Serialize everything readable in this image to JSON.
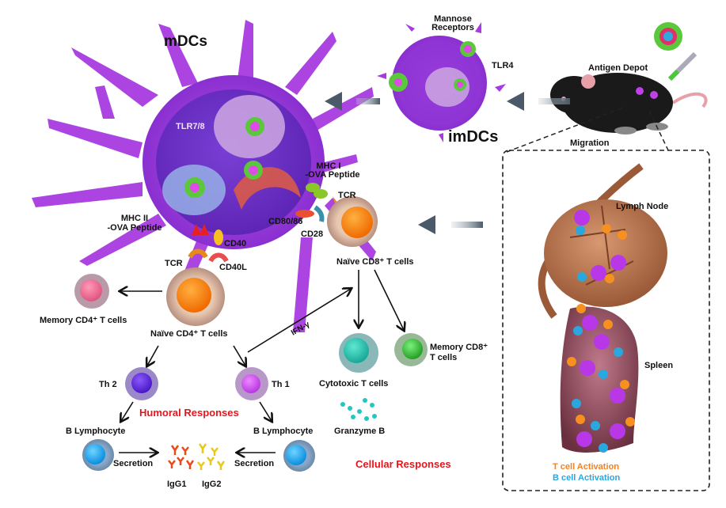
{
  "labels": {
    "mdcs": "mDCs",
    "imdcs": "imDCs",
    "mannose": "Mannose",
    "receptors": "Receptors",
    "tlr4": "TLR4",
    "tlr78": "TLR7/8",
    "antigen_depot": "Antigen Depot",
    "migration": "Migration",
    "mhc1_l1": "MHC I",
    "mhc1_l2": "-OVA Peptide",
    "tcr_cd8": "TCR",
    "cd8086": "CD80/86",
    "cd28": "CD28",
    "mhc2_l1": "MHC II",
    "mhc2_l2": "-OVA Peptide",
    "tcr_cd4": "TCR",
    "cd40": "CD40",
    "cd40l": "CD40L",
    "naive_cd8": "Naïve CD8⁺ T cells",
    "naive_cd4": "Naïve CD4⁺ T cells",
    "memory_cd4": "Memory CD4⁺  T cells",
    "memory_cd8_l1": "Memory CD8⁺",
    "memory_cd8_l2": "T cells",
    "cytotoxic": "Cytotoxic T cells",
    "ifn": "IFN-γ",
    "th2": "Th 2",
    "th1": "Th 1",
    "humoral": "Humoral Responses",
    "cellular": "Cellular Responses",
    "b_lymph_left": "B Lymphocyte",
    "b_lymph_right": "B Lymphocyte",
    "secretion_left": "Secretion",
    "secretion_right": "Secretion",
    "igg1": "IgG1",
    "igg2": "IgG2",
    "granzyme": "Granzyme B",
    "lymph_node": "Lymph Node",
    "spleen": "Spleen",
    "t_activation": "T cell Activation",
    "b_activation": "B cell Activation"
  },
  "colors": {
    "dc_purple": "#a83be0",
    "nucleus_purple": "#7d3ac8",
    "t_cell_orange": "#f7901e",
    "cytotoxic_teal": "#2ec4b0",
    "memory_cd8_green": "#3fbf3f",
    "th2_violet": "#5a2fd6",
    "th1_magenta": "#c04ae8",
    "b_cell_blue": "#1ea8f0",
    "memory_cd4_pink": "#e86a8f",
    "red_text": "#e8141b",
    "orange_text": "#f58220",
    "blue_text": "#29a8e0",
    "arrow_gray": "#5a6b78"
  }
}
